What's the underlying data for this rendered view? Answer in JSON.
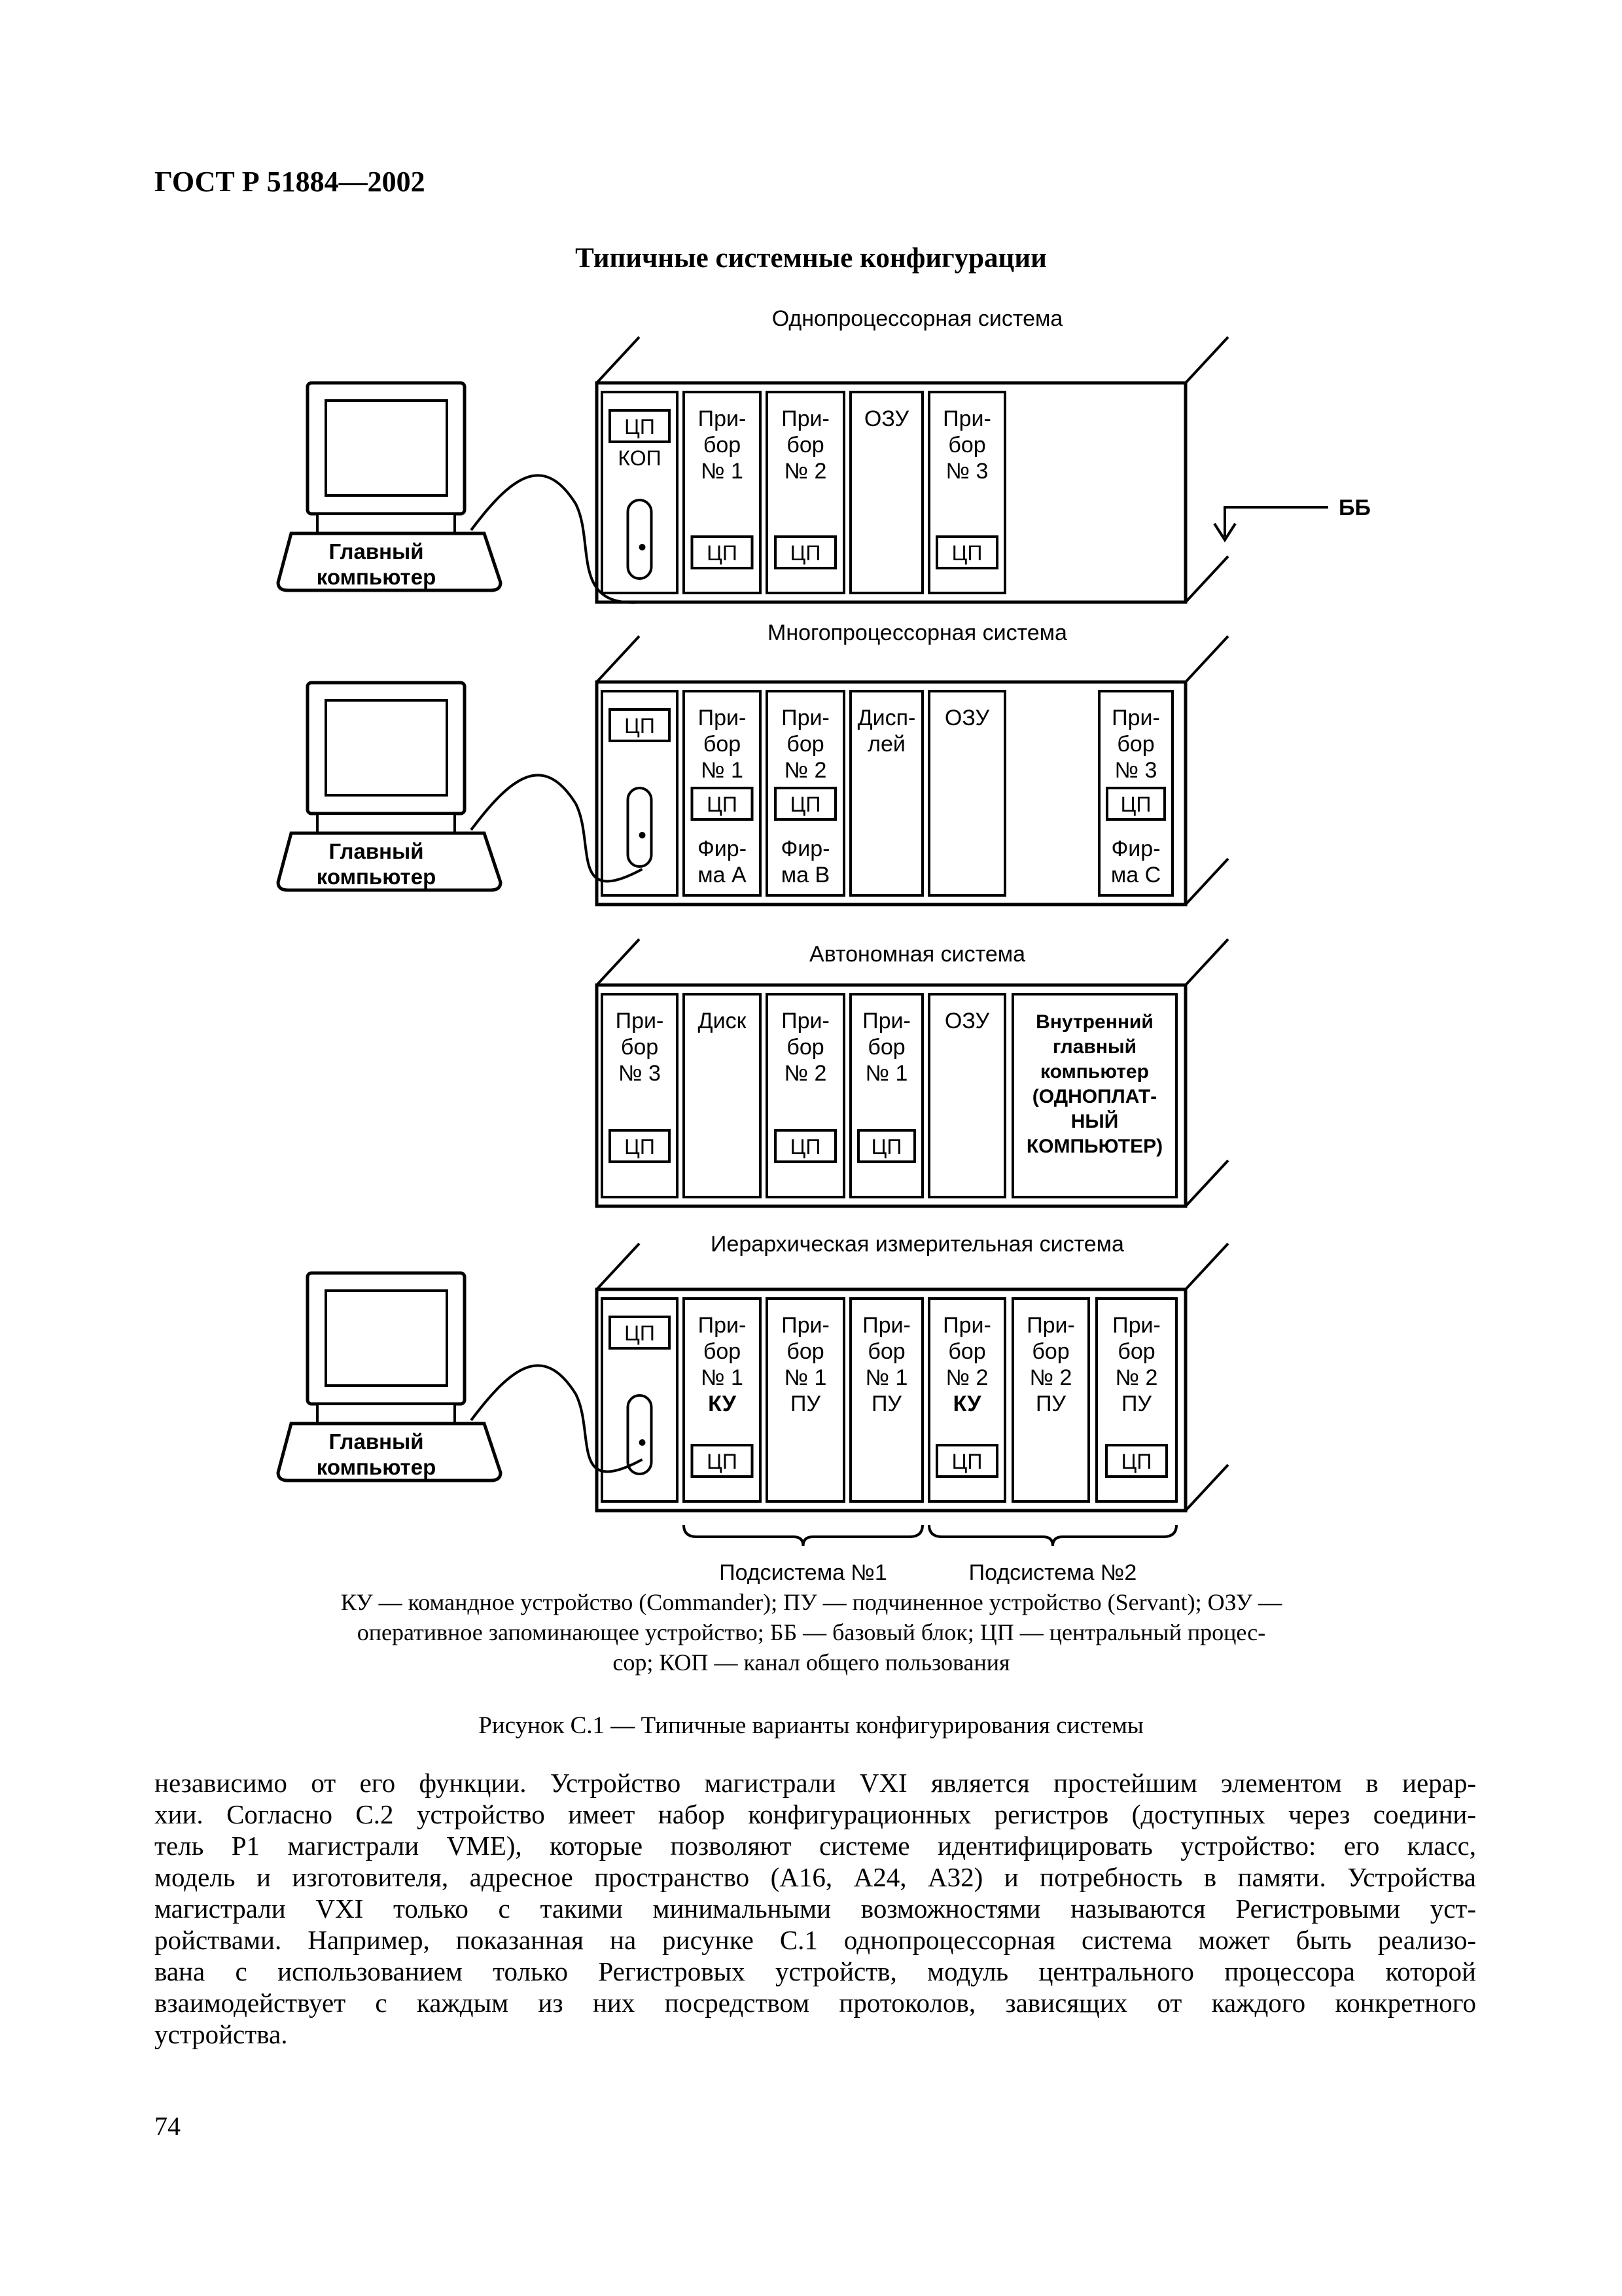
{
  "header": "ГОСТ Р 51884—2002",
  "figure_title": "Типичные системные конфигурации",
  "panels": [
    {
      "title": "Однопроцессорная система",
      "host": [
        "Главный",
        "компьютер"
      ],
      "bb_label": "ББ",
      "slots": [
        {
          "lines": [],
          "cpu": "ЦП",
          "sub": "КОП"
        },
        {
          "lines": [
            "При-",
            "бор",
            "№ 1"
          ],
          "cpu": "ЦП"
        },
        {
          "lines": [
            "При-",
            "бор",
            "№ 2"
          ],
          "cpu": "ЦП"
        },
        {
          "lines": [
            "ОЗУ"
          ]
        },
        {
          "lines": [
            "При-",
            "бор",
            "№ 3"
          ],
          "cpu": "ЦП"
        }
      ]
    },
    {
      "title": "Многопроцессорная система",
      "host": [
        "Главный",
        "компьютер"
      ],
      "slots": [
        {
          "lines": [],
          "cpu": "ЦП"
        },
        {
          "lines": [
            "При-",
            "бор",
            "№ 1"
          ],
          "cpu": "ЦП",
          "firm": [
            "Фир-",
            "ма А"
          ]
        },
        {
          "lines": [
            "При-",
            "бор",
            "№ 2"
          ],
          "cpu": "ЦП",
          "firm": [
            "Фир-",
            "ма В"
          ]
        },
        {
          "lines": [
            "Дисп-",
            "лей"
          ]
        },
        {
          "lines": [
            "ОЗУ"
          ]
        },
        {
          "lines": [
            "При-",
            "бор",
            "№ 3"
          ],
          "cpu": "ЦП",
          "firm": [
            "Фир-",
            "ма С"
          ]
        }
      ]
    },
    {
      "title": "Автономная система",
      "slots": [
        {
          "lines": [
            "При-",
            "бор",
            "№ 3"
          ],
          "cpu": "ЦП"
        },
        {
          "lines": [
            "Диск"
          ]
        },
        {
          "lines": [
            "При-",
            "бор",
            "№ 2"
          ],
          "cpu": "ЦП"
        },
        {
          "lines": [
            "При-",
            "бор",
            "№ 1"
          ],
          "cpu": "ЦП"
        },
        {
          "lines": [
            "ОЗУ"
          ]
        },
        {
          "lines": [
            "Внутренний",
            "главный",
            "компьютер",
            "(ОДНОПЛАТ-",
            "НЫЙ",
            "КОМПЬЮТЕР)"
          ]
        }
      ]
    },
    {
      "title": "Иерархическая измерительная система",
      "host": [
        "Главный",
        "компьютер"
      ],
      "subsystems": [
        "Подсистема №1",
        "Подсистема №2"
      ],
      "slots": [
        {
          "lines": [],
          "cpu": "ЦП"
        },
        {
          "lines": [
            "При-",
            "бор",
            "№ 1",
            "КУ"
          ],
          "cpu": "ЦП"
        },
        {
          "lines": [
            "При-",
            "бор",
            "№ 1",
            "ПУ"
          ]
        },
        {
          "lines": [
            "При-",
            "бор",
            "№ 1",
            "ПУ"
          ]
        },
        {
          "lines": [
            "При-",
            "бор",
            "№ 2",
            "КУ"
          ],
          "cpu": "ЦП"
        },
        {
          "lines": [
            "При-",
            "бор",
            "№ 2",
            "ПУ"
          ]
        },
        {
          "lines": [
            "При-",
            "бор",
            "№ 2",
            "ПУ"
          ],
          "cpu": "ЦП"
        }
      ]
    }
  ],
  "legend": [
    "КУ — командное устройство (Commander); ПУ — подчиненное устройство (Servant); ОЗУ —",
    "оперативное запоминающее устройство;  ББ — базовый блок;  ЦП — центральный процес-",
    "сор; КОП — канал общего пользования"
  ],
  "caption": "Рисунок С.1 — Типичные варианты конфигурирования системы",
  "paragraph": [
    "независимо от его функции. Устройство магистрали VXI является простейшим элементом в иерар-",
    "хии. Согласно С.2 устройство имеет набор конфигурационных регистров (доступных через соедини-",
    "тель Р1 магистрали VME), которые позволяют системе идентифицировать устройство: его класс,",
    "модель и изготовителя, адресное пространство (А16, А24, А32) и потребность в памяти. Устройства",
    "магистрали VXI только с такими минимальными возможностями называются Регистровыми уст-",
    "ройствами. Например, показанная на рисунке С.1 однопроцессорная система может быть реализо-",
    "вана с использованием только Регистровых устройств, модуль центрального процессора которой",
    "взаимодействует с каждым из них посредством протоколов, зависящих от каждого конкретного",
    "устройства."
  ],
  "page_number": "74"
}
